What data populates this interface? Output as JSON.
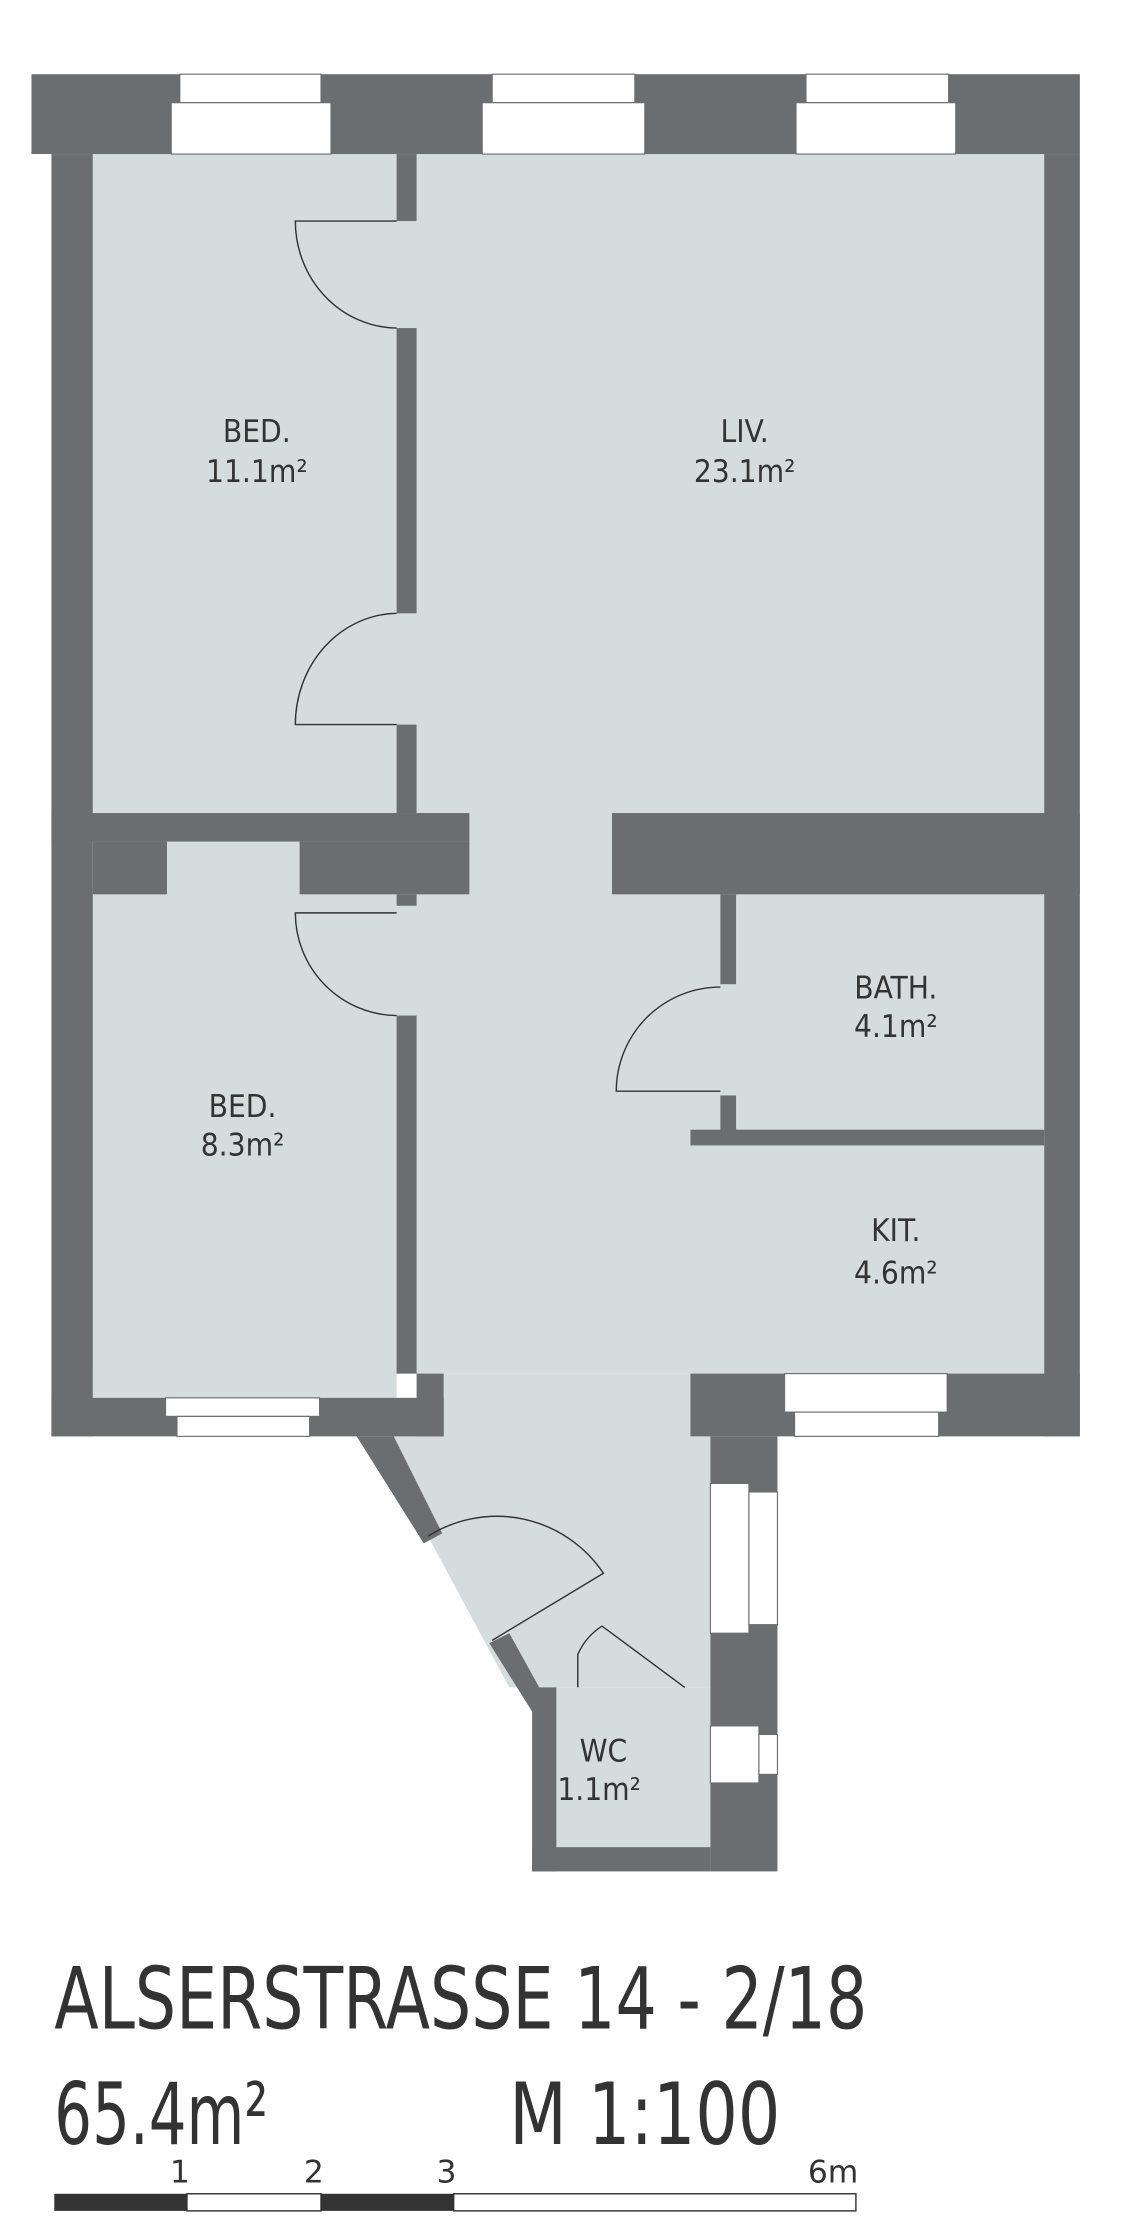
{
  "rooms": [
    {
      "name": "BED.",
      "area": "11.1m²"
    },
    {
      "name": "LIV.",
      "area": "23.1m²"
    },
    {
      "name": "BED.",
      "area": "8.3m²"
    },
    {
      "name": "BATH.",
      "area": "4.1m²"
    },
    {
      "name": "KIT.",
      "area": "4.6m²"
    },
    {
      "name": "WC",
      "area": "1.1m²"
    }
  ],
  "footer": {
    "address": "ALSERSTRASSE  14 - 2/18",
    "total_area": "65.4m²",
    "scale": "M 1:100"
  },
  "scale_bar": {
    "labels": [
      "1",
      "2",
      "3",
      "6m"
    ]
  },
  "colors": {
    "wall": "#6b6e71",
    "floor": "#d4dcdd"
  }
}
